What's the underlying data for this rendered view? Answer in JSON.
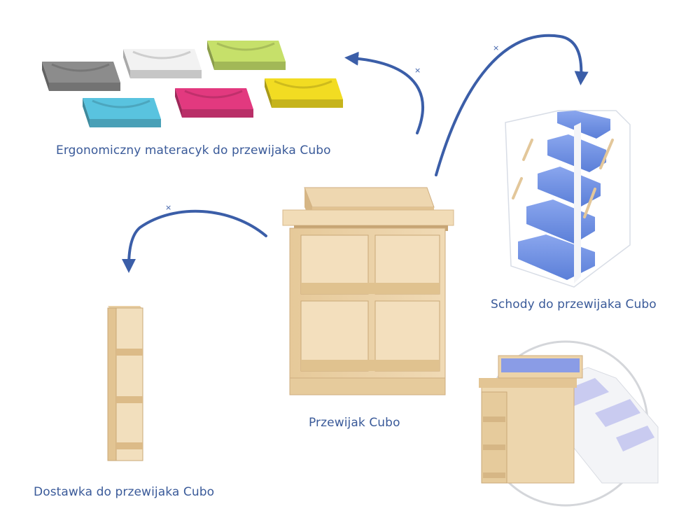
{
  "captions": {
    "mattress": "Ergonomiczny materacyk do przewijaka Cubo",
    "stairs": "Schody do przewijaka Cubo",
    "changer": "Przewijak Cubo",
    "addon": "Dostawka do przewijaka Cubo"
  },
  "mattress_colors": [
    {
      "name": "grey",
      "hex": "#8c8c8c"
    },
    {
      "name": "white",
      "hex": "#f2f2f2"
    },
    {
      "name": "lime",
      "hex": "#c6e06a"
    },
    {
      "name": "cyan",
      "hex": "#59c3df"
    },
    {
      "name": "pink",
      "hex": "#e2397f"
    },
    {
      "name": "yellow",
      "hex": "#f2dc22"
    }
  ],
  "colors": {
    "caption_text": "#3a5a99",
    "arrow": "#3b5ea8",
    "wood": "#e8cfa6",
    "wood_dark": "#cfae80",
    "stairs_blue": "#6f8fe0",
    "stairs_white": "#ffffff"
  }
}
